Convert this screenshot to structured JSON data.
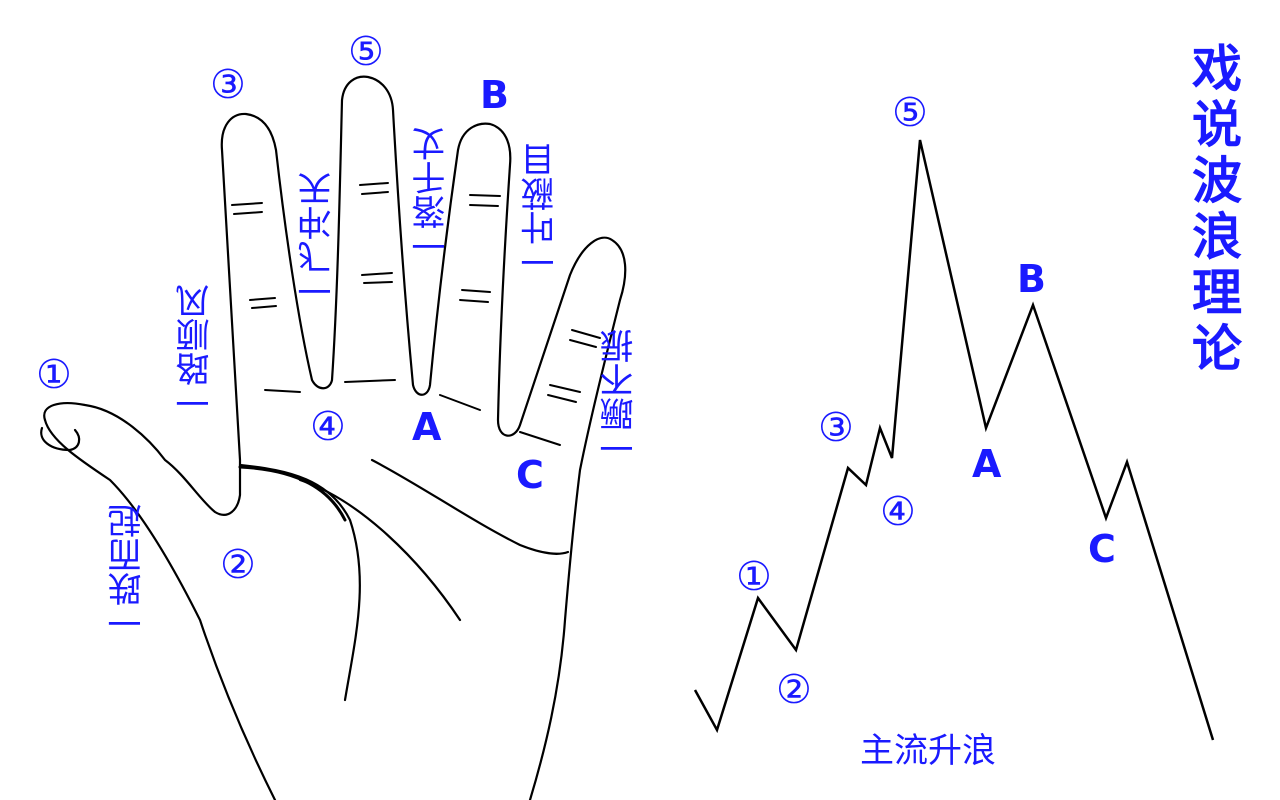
{
  "colors": {
    "label": "#1a1aff",
    "line": "#000000",
    "background": "#ffffff"
  },
  "title": "戏说波浪理论",
  "caption": "主流升浪",
  "hand_labels": {
    "wave_1": "①",
    "wave_2": "②",
    "wave_3": "③",
    "wave_4": "④",
    "wave_5": "⑤",
    "wave_a": "A",
    "wave_b": "B",
    "wave_c": "C"
  },
  "finger_phrases": {
    "thumb": "一跌而起",
    "index": "一路顺风",
    "middle": "一飞冲天",
    "ring": "一落千丈",
    "pinky": "一叶蔽目",
    "outer": "一蹶不振"
  },
  "wave_chart_labels": {
    "wave_1": "①",
    "wave_2": "②",
    "wave_3": "③",
    "wave_4": "④",
    "wave_5": "⑤",
    "wave_a": "A",
    "wave_b": "B",
    "wave_c": "C"
  }
}
